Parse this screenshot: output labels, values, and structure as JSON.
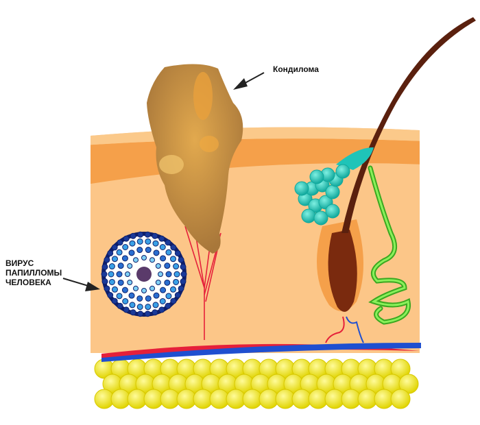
{
  "labels": {
    "condyloma": "Кондилома",
    "virus_lines": [
      "ВИРУС",
      "ПАПИЛЛОМЫ",
      "ЧЕЛОВЕКА"
    ]
  },
  "colors": {
    "epidermis": "#fbc98a",
    "band": "#f5a04a",
    "dermis": "#fcc688",
    "condyloma": "#b7843e",
    "hair": "#5a200e",
    "sebaceous": "#1fc4b8",
    "sweat_gland": "#6ad63a",
    "artery": "#e5203a",
    "vein": "#1f4fd0",
    "fat": "#f3ea1a",
    "virus": "#1a3a9a"
  }
}
